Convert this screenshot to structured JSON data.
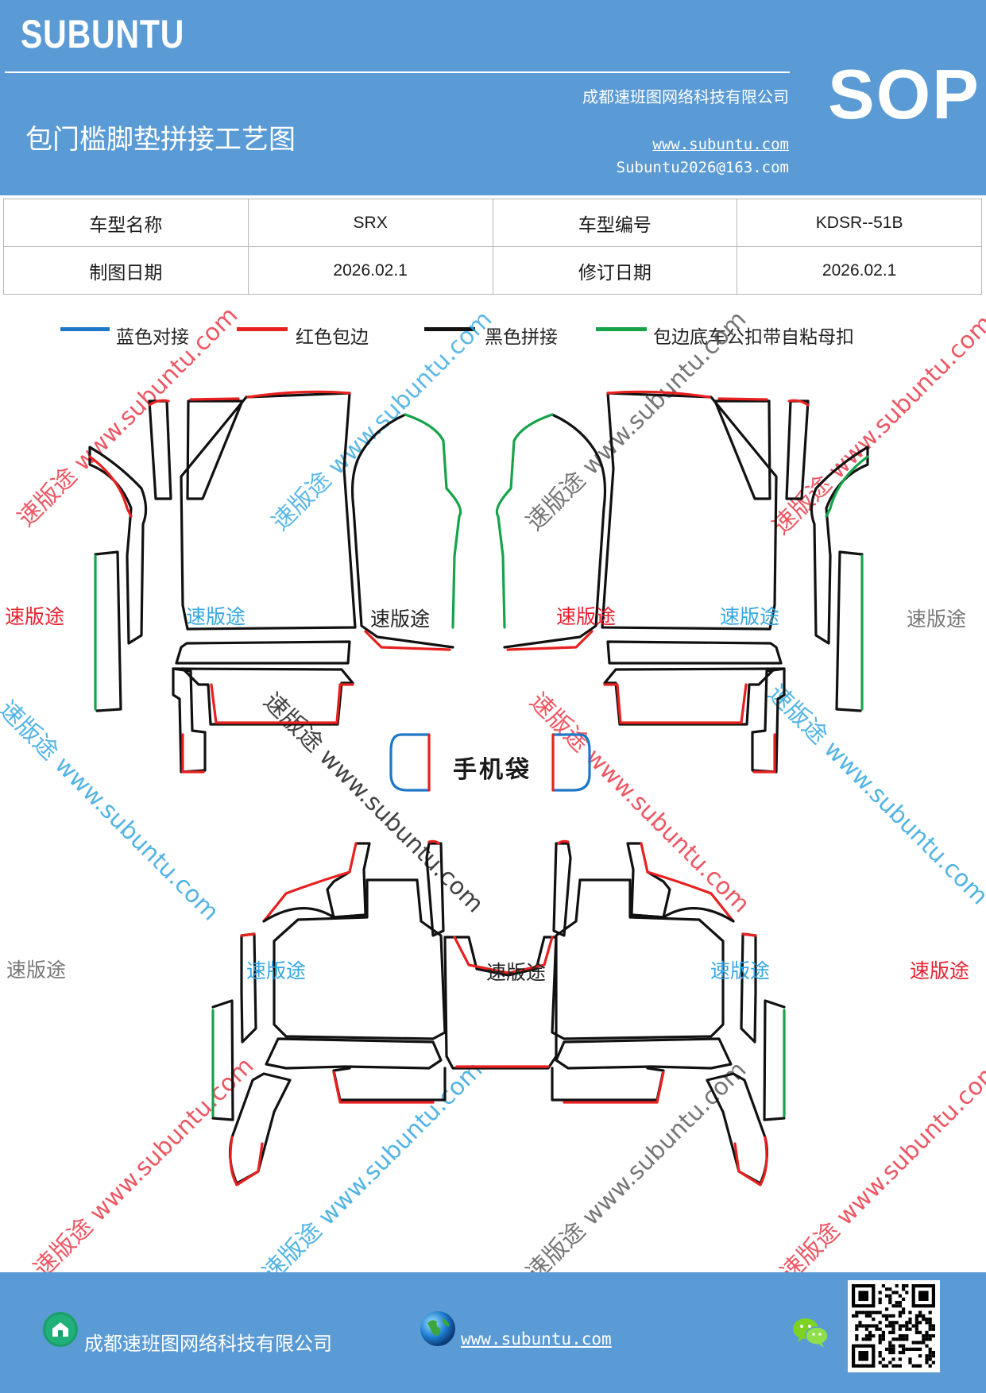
{
  "header": {
    "brand": "SUBUNTU",
    "company": "成都速班图网络科技有限公司",
    "title": "包门槛脚垫拼接工艺图",
    "website": "www.subuntu.com",
    "email": "Subuntu2026@163.com",
    "badge": "SOP"
  },
  "info_table": {
    "rows": [
      [
        "车型名称",
        "SRX",
        "车型编号",
        "KDSR--51B"
      ],
      [
        "制图日期",
        "2026.02.1",
        "修订日期",
        "2026.02.1"
      ]
    ]
  },
  "legend": [
    {
      "label": "蓝色对接",
      "color": "#1f77c8"
    },
    {
      "label": "红色包边",
      "color": "#e82020"
    },
    {
      "label": "黑色拼接",
      "color": "#111111"
    },
    {
      "label": "包边底车公扣带自粘母扣",
      "color": "#16a34a"
    }
  ],
  "watermark": {
    "name": "速版途",
    "diagonal": "速版途 www.subuntu.com",
    "colors": {
      "red": "#e8202f",
      "blue": "#35a7e0",
      "gray": "#777777",
      "black": "#222222"
    }
  },
  "phone_bag_label": "手机袋",
  "footer": {
    "company": "成都速班图网络科技有限公司",
    "website": "www.subuntu.com",
    "icons": [
      "home-badge-icon",
      "globe-icon",
      "wechat-icon",
      "qr-code-icon"
    ]
  }
}
